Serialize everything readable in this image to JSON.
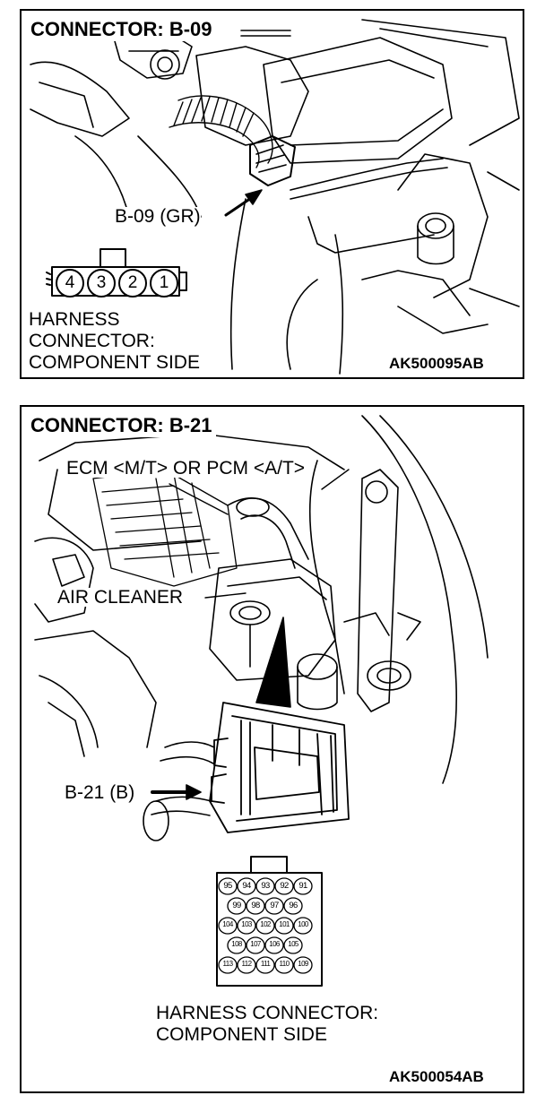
{
  "panel_top": {
    "title": "CONNECTOR: B-09",
    "callout": "B-09 (GR)",
    "pins": [
      "4",
      "3",
      "2",
      "1"
    ],
    "caption_lines": [
      "HARNESS",
      "CONNECTOR:",
      "COMPONENT SIDE"
    ],
    "code": "AK500095AB"
  },
  "panel_bottom": {
    "title": "CONNECTOR: B-21",
    "ecm_label": "ECM <M/T> OR PCM <A/T>",
    "air_cleaner_label": "AIR CLEANER",
    "callout": "B-21 (B)",
    "pin_rows": [
      [
        "95",
        "94",
        "93",
        "92",
        "91"
      ],
      [
        "99",
        "98",
        "97",
        "96"
      ],
      [
        "104",
        "103",
        "102",
        "101",
        "100"
      ],
      [
        "108",
        "107",
        "106",
        "105"
      ],
      [
        "113",
        "112",
        "111",
        "110",
        "109"
      ]
    ],
    "caption_lines": [
      "HARNESS CONNECTOR:",
      "COMPONENT SIDE"
    ],
    "code": "AK500054AB"
  }
}
